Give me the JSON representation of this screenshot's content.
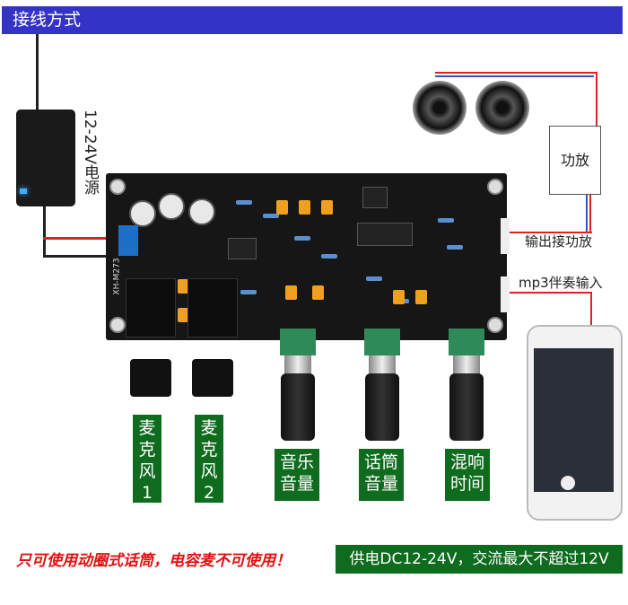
{
  "header": {
    "title": "接线方式"
  },
  "adapter": {
    "label": "12-24V电源"
  },
  "amplifier": {
    "label": "功放"
  },
  "side_labels": {
    "output": "输出接功放",
    "input": "mp3伴奏输入"
  },
  "controls": [
    {
      "label": "麦克风1"
    },
    {
      "label": "麦克风2"
    },
    {
      "label": "音乐音量"
    },
    {
      "label": "话筒音量"
    },
    {
      "label": "混响时间"
    }
  ],
  "board": {
    "model": "XH-M273"
  },
  "footer": {
    "warning": "只可使用动圈式话筒，电容麦不可使用！",
    "power_note": "供电DC12-24V，交流最大不超过12V"
  },
  "colors": {
    "header": "#3333c8",
    "label_green": "#0f6b1e",
    "warning_red": "#e01010"
  }
}
